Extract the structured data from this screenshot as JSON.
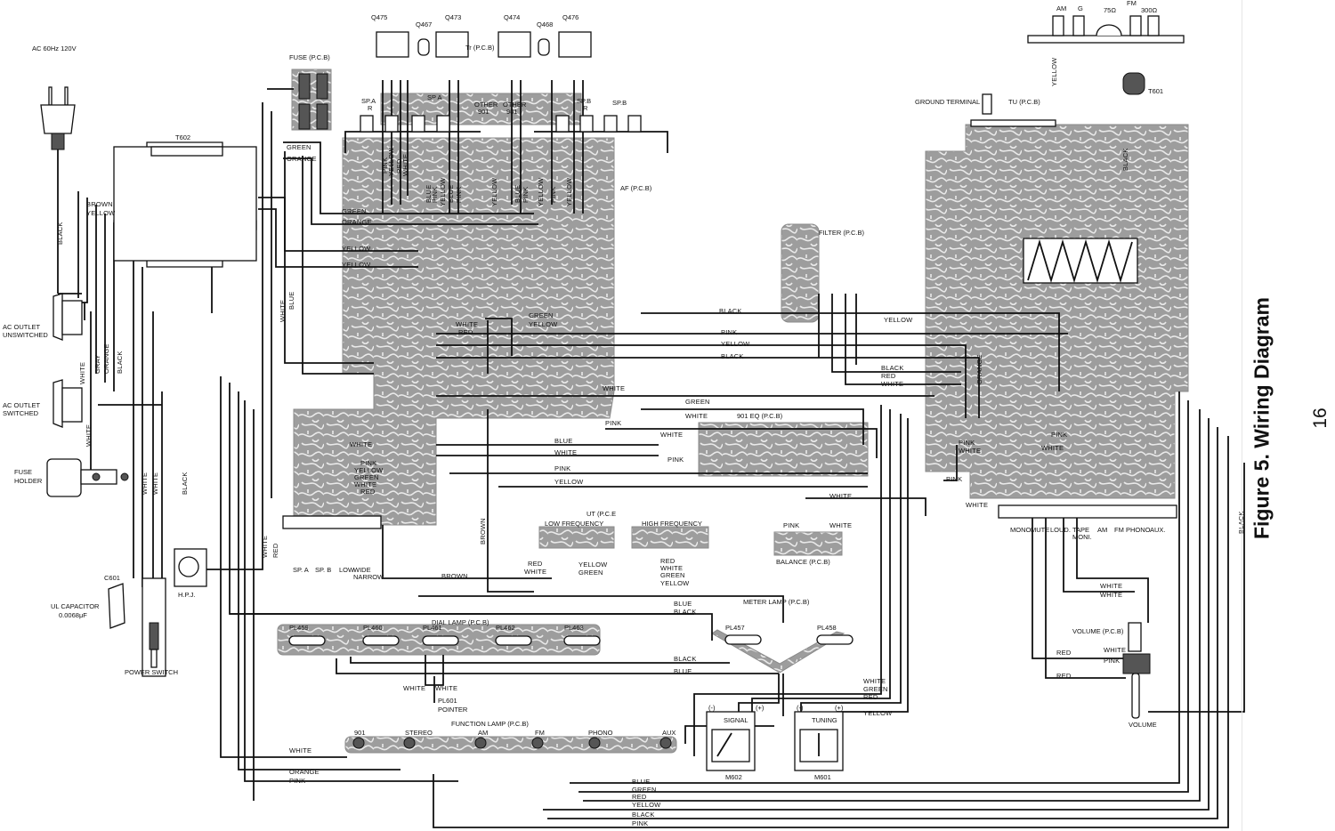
{
  "title": {
    "figure": "Figure 5. Wiring Diagram",
    "page_number": "16"
  },
  "components": {
    "ac_source": "AC 60Hz 120V",
    "t602": "T602",
    "fuse_pcb": "FUSE (P.C.B)",
    "q475": "Q475",
    "q467": "Q467",
    "q473": "Q473",
    "q474": "Q474",
    "q468": "Q468",
    "q476": "Q476",
    "tr_pcb": "Tr (P.C.B)",
    "sp_a_left": "SP.A",
    "sp_a_r": "R",
    "sp_a_mid": "SP A",
    "other_901_1": "OTHER",
    "other_901_1b": "901",
    "other_901_2": "OTHER",
    "other_901_2b": "901",
    "sp_b_left": "SP.B",
    "sp_b_r": "R",
    "sp_b_right": "SP.B",
    "af_pcb": "AF  (P.C.B)",
    "ac_outlet_unswitched_1": "AC OUTLET",
    "ac_outlet_unswitched_2": "UNSWITCHED",
    "ac_outlet_switched_1": "AC OUTLET",
    "ac_outlet_switched_2": "SWITCHED",
    "fuse_holder_1": "FUSE",
    "fuse_holder_2": "HOLDER",
    "c601": "C601",
    "ul_capacitor_1": "UL CAPACITOR",
    "ul_capacitor_2": "0.0068μF",
    "power_switch": "POWER SWITCH",
    "hpj": "H.P.J.",
    "sw_sp_a": "SP. A",
    "sw_sp_b": "SP. B",
    "sw_low": "LOW",
    "sw_wide": "WIDE",
    "sw_narrow": "NARROW",
    "ut_pcb": "UT (P.C.E",
    "low_frequency": "LOW FREQUENCY",
    "high_frequency": "HIGH FREQUENCY",
    "balance_pcb": "BALANCE (P.C.B)",
    "filter_pcb": "FILTER (P.C.B)",
    "ground_terminal": "GROUND TERMINAL",
    "tu_pcb": "TU (P.C.B)",
    "ant_am": "AM",
    "ant_g": "G",
    "ant_75": "75Ω",
    "ant_fm": "FM",
    "ant_300": "300Ω",
    "t601": "T601",
    "eq_pcb": "901 EQ (P.C.B)",
    "dial_lamp_pcb": "DIAL LAMP (P.C.B)",
    "pl459": "PL459",
    "pl460": "PL460",
    "pl461": "PL461",
    "pl462": "PL462",
    "pl463": "PL463",
    "pl601": "PL601",
    "pointer": "POINTER",
    "meter_lamp_pcb": "METER LAMP (P.C.B)",
    "pl457": "PL457",
    "pl458": "PL458",
    "signal": "SIGNAL",
    "tuning": "TUNING",
    "m602": "M602",
    "m601": "M601",
    "sig_minus": "(-)",
    "sig_plus": "(+)",
    "tun_minus": "(-)",
    "tun_plus": "(+)",
    "function_lamp_pcb": "FUNCTION LAMP (P.C.B)",
    "fl_901": "901",
    "fl_stereo": "STEREO",
    "fl_am": "AM",
    "fl_fm": "FM",
    "fl_phono": "PHONO",
    "fl_aux": "AUX",
    "sw_mono": "MONO",
    "sw_mute": "MUTE",
    "sw_loud": "LOUD.",
    "sw_tape": "TAPE",
    "sw_moni": "MONI.",
    "sw_am": "AM",
    "sw_fm": "FM",
    "sw_phono": "PHONO",
    "sw_aux": "AUX.",
    "volume_pcb": "VOLUME (P.C.B)",
    "volume": "VOLUME"
  },
  "wire_labels": [
    "BROWN",
    "YELLOW",
    "BLACK",
    "GREEN",
    "ORANGE",
    "GREEN",
    "ORANGE",
    "YELLOW",
    "YELLOW",
    "WHITE",
    "BLUE",
    "WHITE",
    "GRAY",
    "ORANGE",
    "BLACK",
    "WHITE",
    "WHITE",
    "WHITE",
    "BLACK",
    "WHITE",
    "RED",
    "PINK",
    "YELLOW",
    "RED",
    "WHITE",
    "BLUE",
    "PINK",
    "YELLOW",
    "BLUE",
    "PINK",
    "YELLOW",
    "BLUE",
    "PINK",
    "YELLOW",
    "PINK",
    "YELLOW",
    "GREEN",
    "YELLOW",
    "WHITE",
    "RED",
    "BLACK",
    "YELLOW",
    "PINK",
    "YELLOW",
    "BLACK",
    "BLACK",
    "RED",
    "WHITE",
    "WHITE",
    "GREEN",
    "WHITE",
    "PINK",
    "BLUE",
    "WHITE",
    "PINK",
    "YELLOW",
    "WHITE",
    "PINK",
    "YELLOW",
    "GREEN",
    "WHITE",
    "RED",
    "WHITE",
    "PINK",
    "BROWN",
    "BROWN",
    "RED",
    "WHITE",
    "YELLOW",
    "GREEN",
    "RED",
    "WHITE",
    "GREEN",
    "YELLOW",
    "PINK",
    "WHITE",
    "PINK",
    "WHITE",
    "PINK",
    "WHITE",
    "WHITE",
    "PINK",
    "WHITE",
    "BLUE",
    "BLACK",
    "BLACK",
    "BLUE",
    "WHITE",
    "GREEN",
    "RED",
    "YELLOW",
    "WHITE",
    "WHITE",
    "RED",
    "RED",
    "WHITE",
    "PINK",
    "BLACK",
    "WHITE",
    "WHITE",
    "WHITE",
    "ORANGE",
    "PINK",
    "BLUE",
    "GREEN",
    "RED",
    "YELLOW",
    "BLACK",
    "PINK",
    "ORANGE",
    "BLACK",
    "YELLOW"
  ]
}
